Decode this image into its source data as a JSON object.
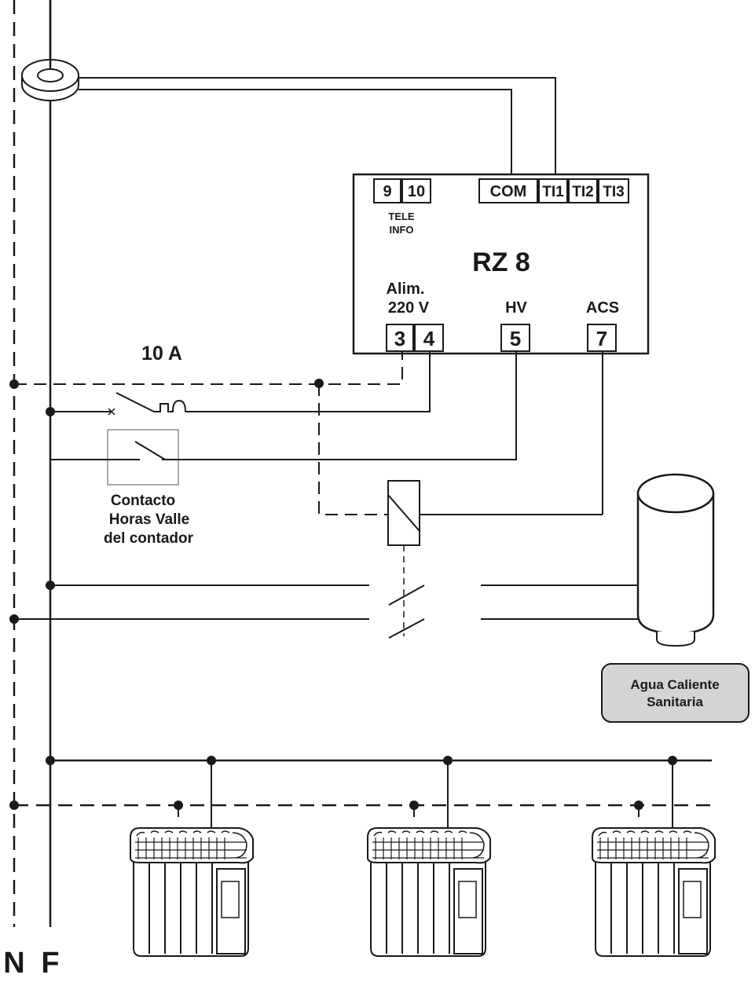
{
  "controller": {
    "model": "RZ 8",
    "terminals_top": [
      "9",
      "10",
      "COM",
      "TI1",
      "TI2",
      "TI3"
    ],
    "teleinfo_label": [
      "TELE",
      "INFO"
    ],
    "supply_label": [
      "Alim.",
      "220 V"
    ],
    "hv_label": "HV",
    "acs_label": "ACS",
    "terminals_bottom": [
      "3",
      "4",
      "5",
      "7"
    ]
  },
  "breaker_label": "10 A",
  "contact_label": [
    "Contacto",
    "Horas Valle",
    "del contador"
  ],
  "water_heater_label": [
    "Agua Caliente",
    "Sanitaria"
  ],
  "lines": {
    "neutral": "N",
    "phase": "F"
  },
  "colors": {
    "line": "#1a1a1a",
    "badge_fill": "#d4d4d4"
  }
}
